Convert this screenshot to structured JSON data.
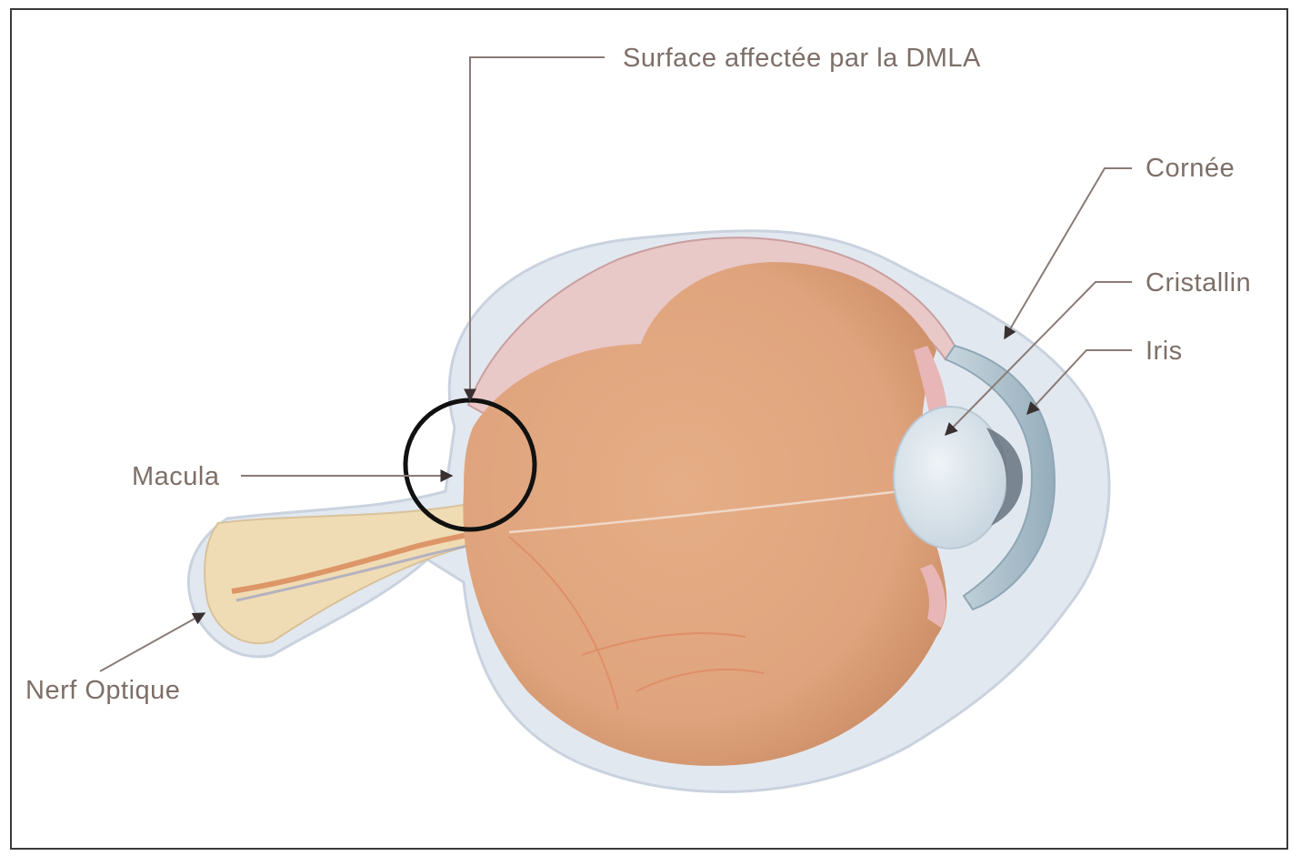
{
  "labels": {
    "dmla_area": "Surface affectée par la DMLA",
    "cornea": "Cornée",
    "lens": "Cristallin",
    "iris": "Iris",
    "macula": "Macula",
    "optic_nerve": "Nerf Optique"
  },
  "colors": {
    "vitreous": "#dfa47d",
    "sclera": "#dfe5ee",
    "cornea": "#a9bec9",
    "lens": "#d7e1e8",
    "leader_line": "#8a7b76",
    "circle": "#111111"
  }
}
